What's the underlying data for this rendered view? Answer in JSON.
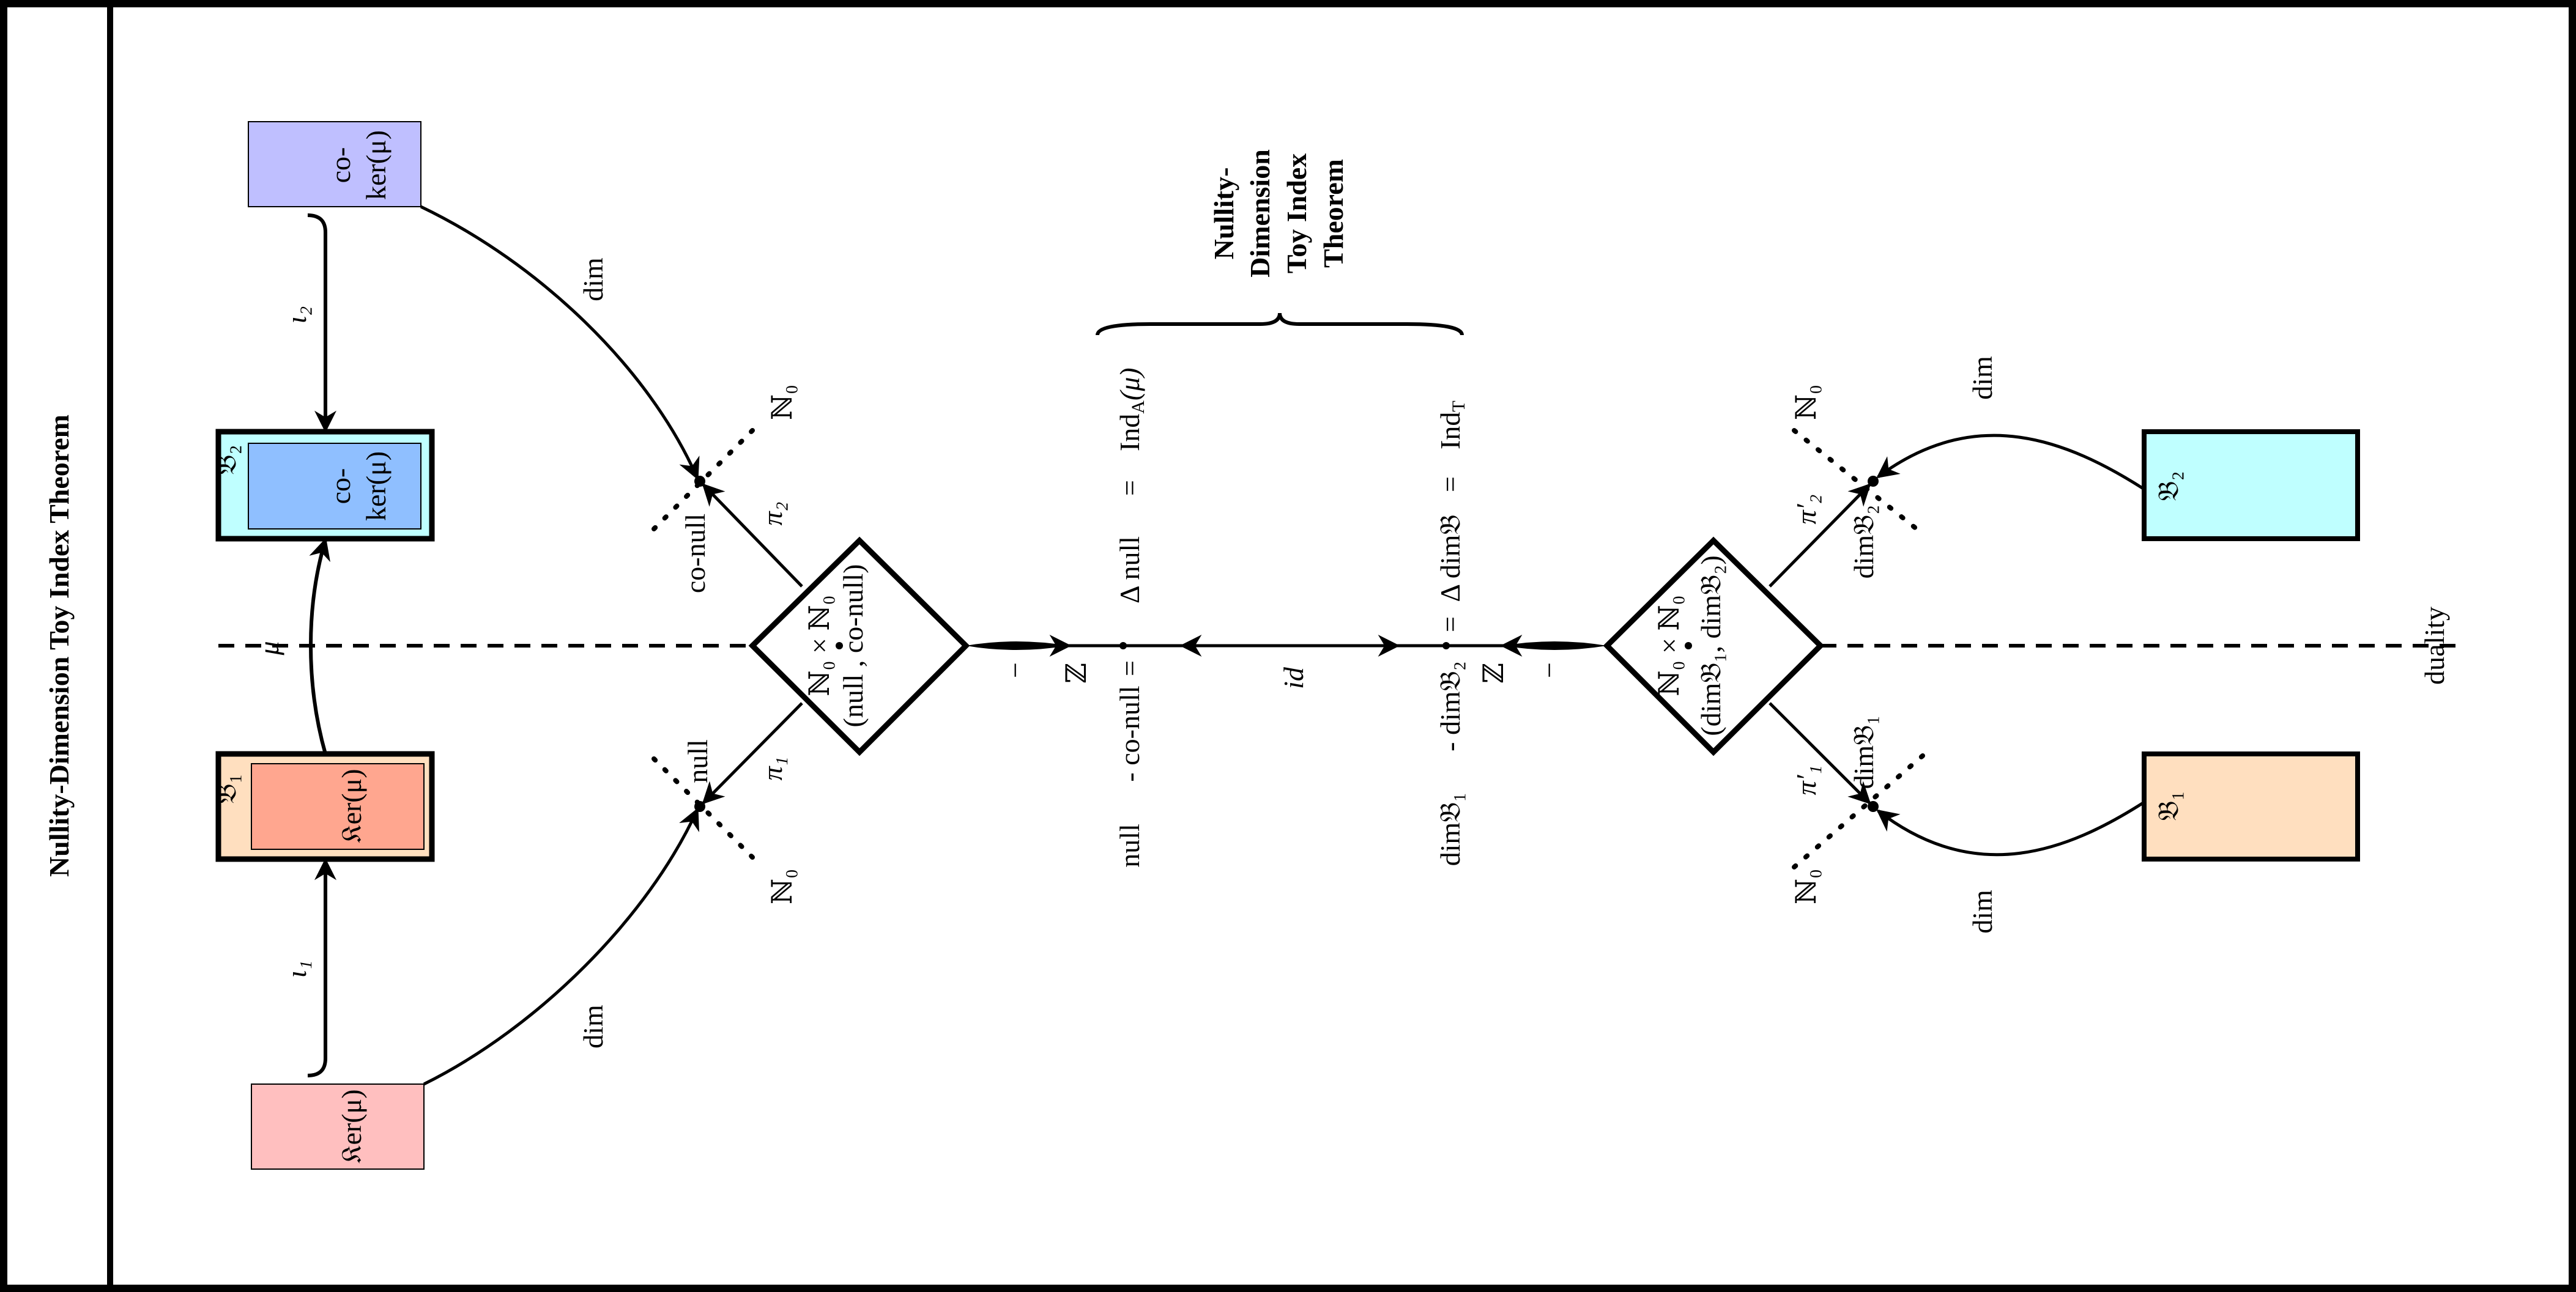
{
  "title": "Nullity-Dimension Toy Index Theorem",
  "heading_lines": [
    "Nullity-",
    "Dimension",
    "Toy Index",
    "Theorem"
  ],
  "colors": {
    "coker_outer": "#bfbfff",
    "b2_fill": "#bfffff",
    "coker_inner": "#8fbfff",
    "b1_fill": "#ffdfbf",
    "ker_inner": "#ffa68f",
    "ker_outer": "#ffbfbf"
  },
  "left": {
    "coker_top": [
      "co-",
      "ker(μ)"
    ],
    "coker_inner": [
      "co-",
      "ker(μ)"
    ],
    "b2_label": "𝔅₂",
    "b1_label": "𝔅₁",
    "ker_inner": "𝔎er(μ)",
    "ker_bottom": "𝔎er(μ)",
    "iota2": "ι₂",
    "iota1": "ι₁",
    "mu": "μ",
    "dim_top": "dim",
    "dim_bottom": "dim",
    "co_null": "co-null",
    "null": "null",
    "pi2": "π₂",
    "pi1": "π₁",
    "n0_top": "ℕ₀",
    "n0_bottom": "ℕ₀",
    "diamond_line1": "ℕ₀ × ℕ₀",
    "diamond_line2": "(null , co-null)"
  },
  "center": {
    "minus_left": "−",
    "z_left": "ℤ",
    "row1": [
      "null",
      "- co-null",
      "=",
      "Δ null",
      "=",
      "Ind",
      "A",
      "(μ)"
    ],
    "id": "id",
    "row2": [
      "dim𝔅₁",
      "- dim𝔅₂",
      "=",
      "Δ dim𝔅",
      "=",
      "Ind",
      "T"
    ],
    "z_right": "ℤ",
    "minus_right": "−"
  },
  "right": {
    "diamond_line1": "ℕ₀ × ℕ₀",
    "diamond_line2": "(dim𝔅₁, dim𝔅₂)",
    "pi2p": "π′₂",
    "pi1p": "π′₁",
    "dimb2": "dim𝔅₂",
    "dimb1": "dim𝔅₁",
    "n0_top": "ℕ₀",
    "n0_bottom": "ℕ₀",
    "dim_top": "dim",
    "dim_bottom": "dim",
    "b2_label": "𝔅₂",
    "b1_label": "𝔅₁",
    "duality": "duality"
  }
}
